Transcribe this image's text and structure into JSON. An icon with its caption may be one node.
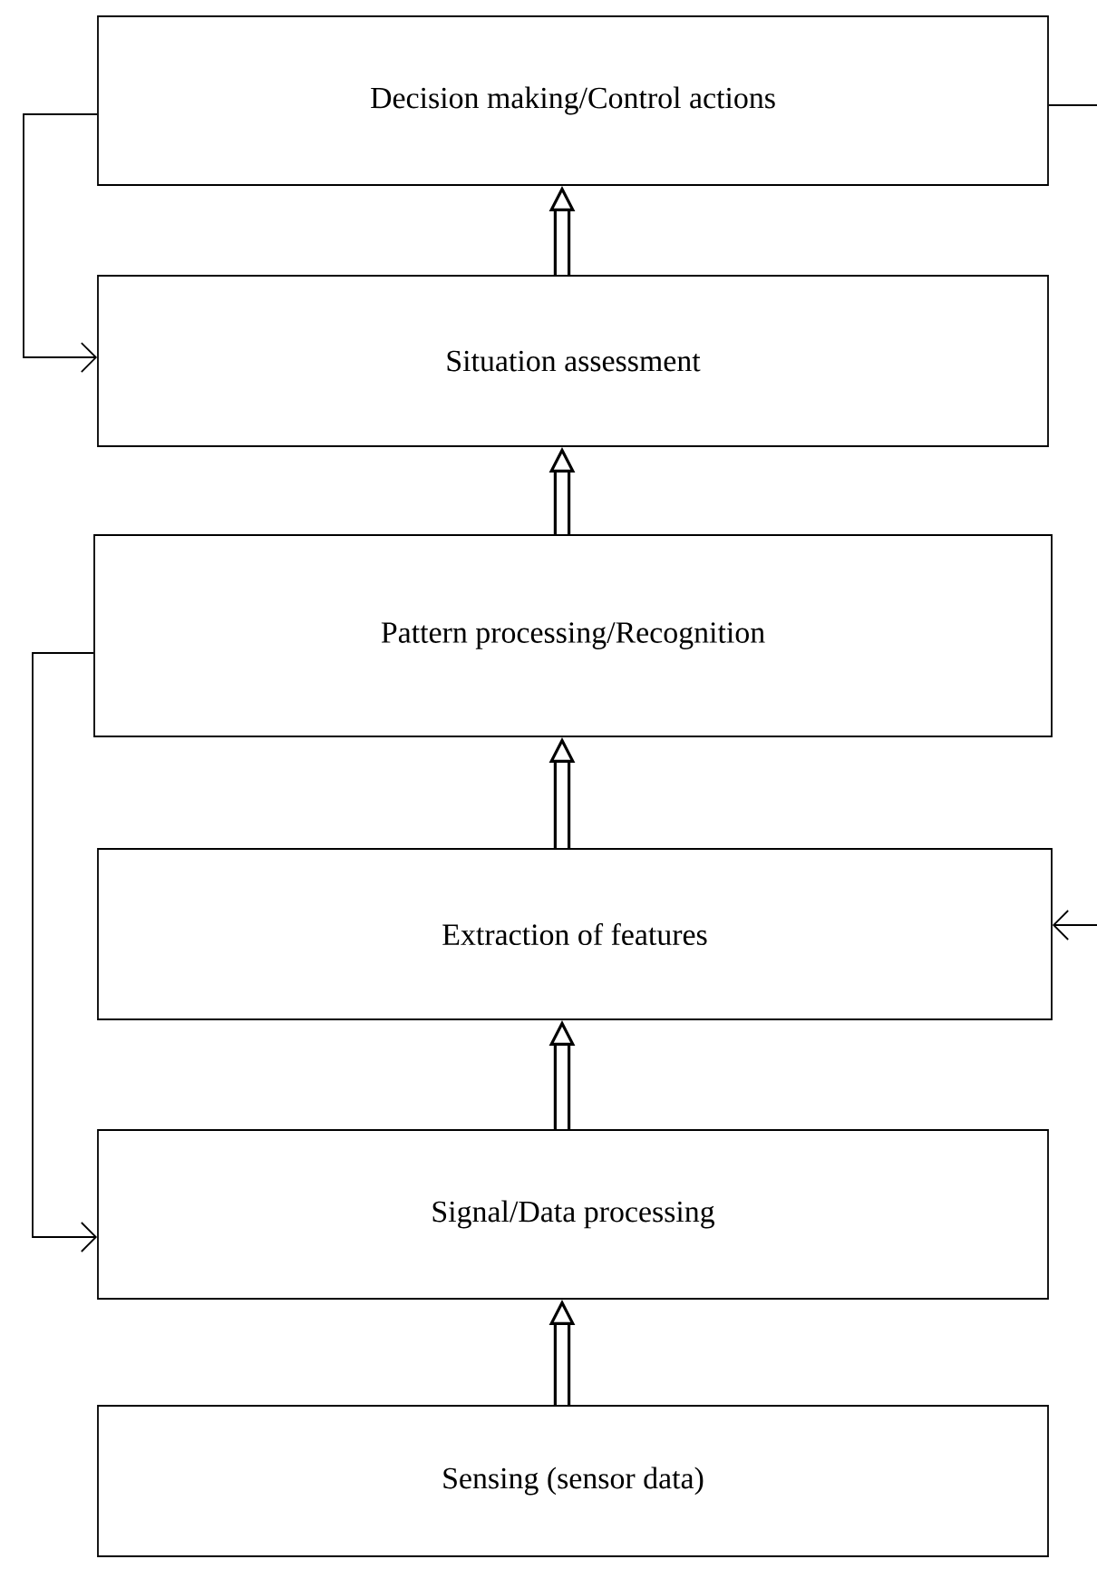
{
  "diagram": {
    "nodes": [
      {
        "text": [
          "Decision making/Control actions"
        ]
      },
      {
        "text": [
          "Situation assessment"
        ]
      },
      {
        "text": [
          "Pattern processing/Recognition"
        ]
      },
      {
        "text": [
          "Extraction of features"
        ]
      },
      {
        "text": [
          "Signal/Data processing"
        ]
      },
      {
        "text": [
          "Sensing (sensor data)"
        ]
      }
    ],
    "edges": [
      {
        "from": 5,
        "to": 4,
        "arrow": "to"
      },
      {
        "from": 4,
        "to": 3,
        "arrow": "to"
      },
      {
        "from": 3,
        "to": 2,
        "arrow": "to"
      },
      {
        "from": 2,
        "to": 1,
        "arrow": "to"
      },
      {
        "from": 1,
        "to": 0,
        "arrow": "to"
      },
      {
        "from": 0,
        "to": 1,
        "arrow": "to"
      },
      {
        "from": 2,
        "to": 4,
        "arrow": "to"
      },
      {
        "from": 0,
        "to": null,
        "arrow": "none"
      },
      {
        "from": null,
        "to": 3,
        "arrow": "to"
      }
    ]
  }
}
